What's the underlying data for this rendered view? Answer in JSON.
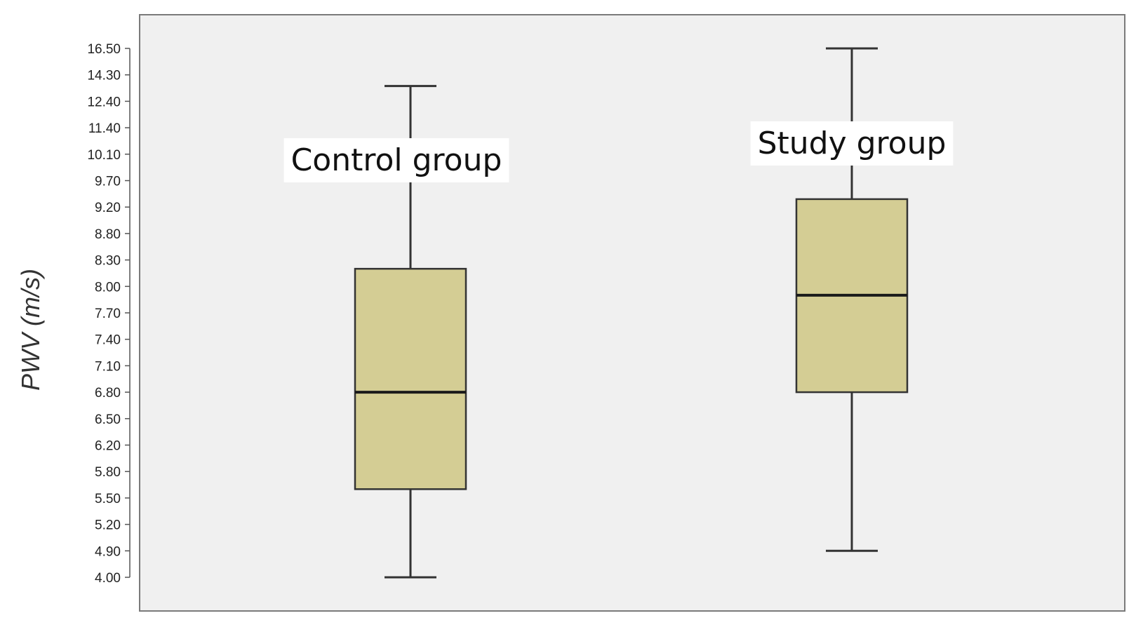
{
  "chart_data": {
    "type": "box",
    "title": "",
    "xlabel": "",
    "ylabel": "PWV (m/s)",
    "y_ticks": [
      "16.50",
      "14.30",
      "12.40",
      "11.40",
      "10.10",
      "9.70",
      "9.20",
      "8.80",
      "8.30",
      "8.00",
      "7.70",
      "7.40",
      "7.10",
      "6.80",
      "6.50",
      "6.20",
      "5.80",
      "5.50",
      "5.20",
      "4.90",
      "4.00"
    ],
    "grid": false,
    "series": [
      {
        "name": "Control group",
        "whisker_max": "13.50",
        "q3": "8.20",
        "median": "6.80",
        "q1": "5.60",
        "whisker_min": "4.00"
      },
      {
        "name": "Study group",
        "whisker_max": "16.50",
        "q3": "9.35",
        "median": "7.90",
        "q1": "6.80",
        "whisker_min": "4.90"
      }
    ],
    "colors": {
      "plot_background": "#f0f0f0",
      "box_fill": "#d4cd94",
      "line": "#333333"
    }
  }
}
